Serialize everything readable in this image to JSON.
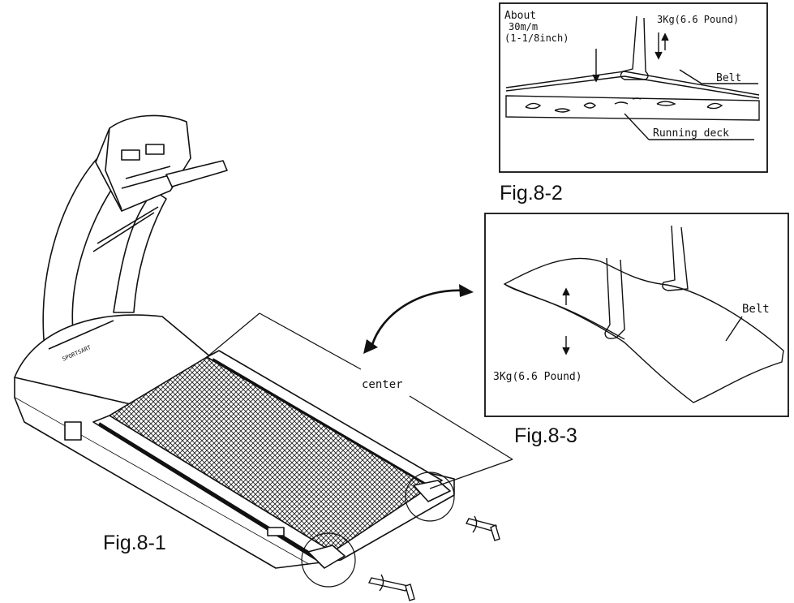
{
  "figures": {
    "fig1": {
      "label": "Fig.8-1",
      "center_label": "center"
    },
    "fig2": {
      "label": "Fig.8-2",
      "gap_line1": "About",
      "gap_line2": "30m/m",
      "gap_line3": "(1-1/8inch)",
      "force": "3Kg(6.6 Pound)",
      "belt": "Belt",
      "deck": "Running deck"
    },
    "fig3": {
      "label": "Fig.8-3",
      "force": "3Kg(6.6 Pound)",
      "belt": "Belt"
    }
  },
  "brand_mark": "SPORTSART"
}
